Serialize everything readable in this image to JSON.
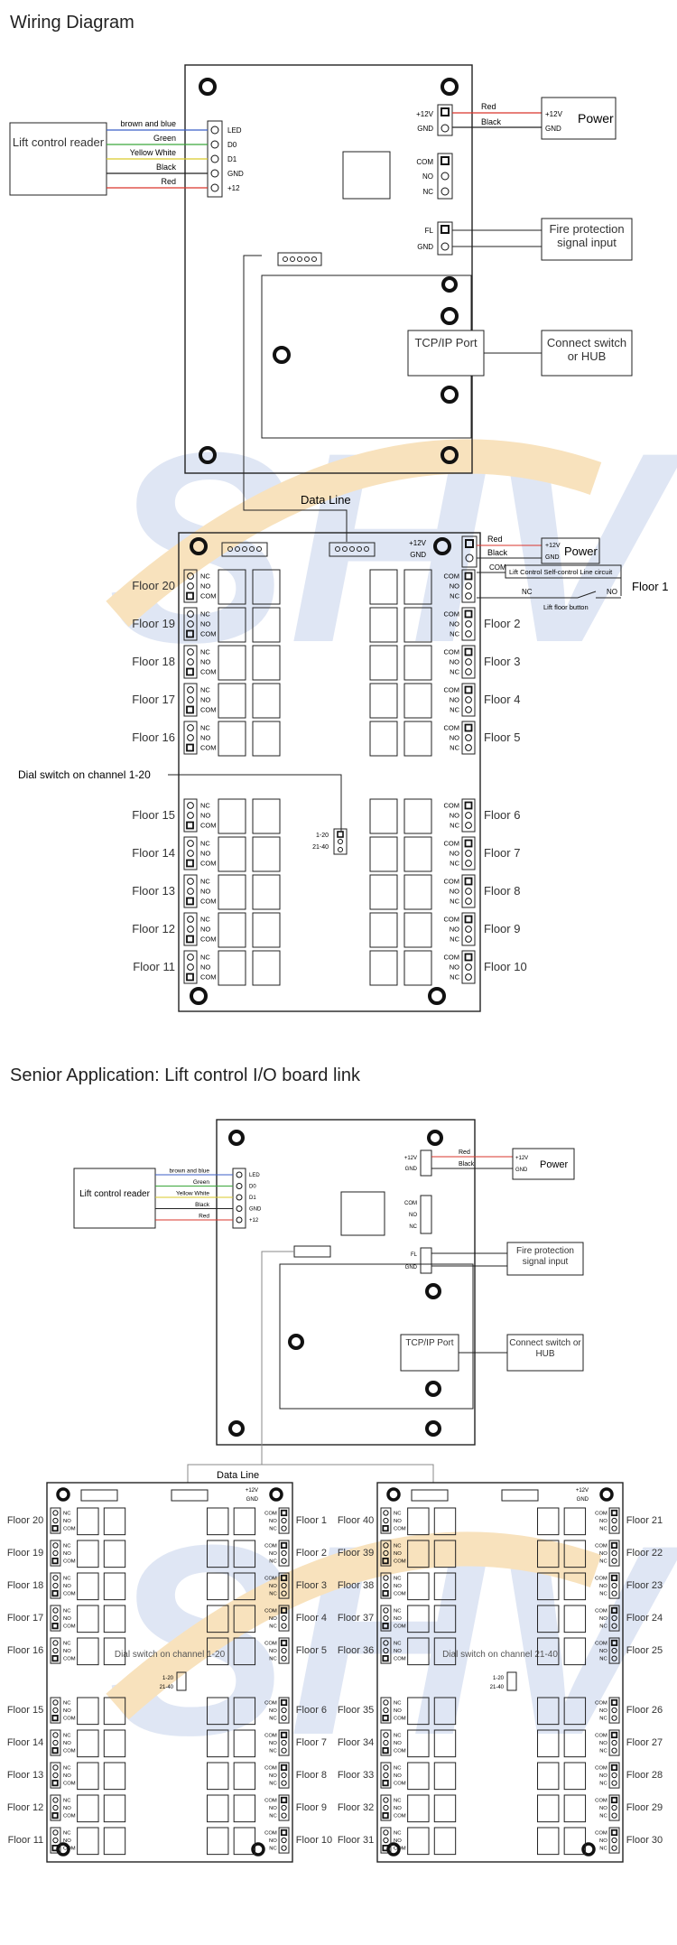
{
  "section1": {
    "heading": "Wiring Diagram",
    "reader": {
      "title": "Lift control reader"
    },
    "wires": [
      {
        "color_name": "brown and blue",
        "pin": "LED",
        "color": "#3b5fc7"
      },
      {
        "color_name": "Green",
        "pin": "D0",
        "color": "#3aa63a"
      },
      {
        "color_name": "Yellow White",
        "pin": "D1",
        "color": "#d9c92a"
      },
      {
        "color_name": "Black",
        "pin": "GND",
        "color": "#222222"
      },
      {
        "color_name": "Red",
        "pin": "+12",
        "color": "#d9342b"
      }
    ],
    "power": {
      "title": "Power",
      "pin_pos": "+12V",
      "pin_gnd": "GND",
      "wire_pos": "Red",
      "wire_gnd": "Black"
    },
    "relay_pins": {
      "com": "COM",
      "no": "NO",
      "nc": "NC"
    },
    "fire": {
      "title": "Fire protection signal input",
      "pin_fl": "FL",
      "pin_gnd": "GND"
    },
    "tcpip": {
      "title": "TCP/IP Port"
    },
    "switch": {
      "title": "Connect switch or HUB"
    },
    "data_line": "Data Line",
    "io_board": {
      "pin_pos": "+12V",
      "pin_gnd": "GND",
      "power_wire_pos": "Red",
      "power_wire_gnd": "Black",
      "power_title": "Power",
      "power_pin_pos": "+12V",
      "power_pin_gnd": "GND",
      "self_control": "Lift Control Self-control Line circuit",
      "com": "COM",
      "nc": "NC",
      "no": "NO",
      "lift_button": "Lift floor button",
      "floor1_label": "Floor 1",
      "dial_label": "Dial switch on channel 1-20",
      "dial_1": "1-20",
      "dial_2": "21-40",
      "left_floors": [
        "Floor 20",
        "Floor 19",
        "Floor 18",
        "Floor 17",
        "Floor 16",
        "Floor 15",
        "Floor 14",
        "Floor 13",
        "Floor 12",
        "Floor 11"
      ],
      "right_floors": [
        "",
        "Floor 2",
        "Floor 3",
        "Floor 4",
        "Floor 5",
        "Floor 6",
        "Floor 7",
        "Floor 8",
        "Floor 9",
        "Floor 10"
      ]
    }
  },
  "section2": {
    "heading": "Senior Application: Lift control I/O board link",
    "data_line": "Data Line",
    "board_a": {
      "dial_label": "Dial switch on channel 1-20",
      "left_floors": [
        "Floor 20",
        "Floor 19",
        "Floor 18",
        "Floor 17",
        "Floor 16",
        "Floor 15",
        "Floor 14",
        "Floor 13",
        "Floor 12",
        "Floor 11"
      ],
      "right_floors": [
        "Floor 1",
        "Floor 2",
        "Floor 3",
        "Floor 4",
        "Floor 5",
        "Floor 6",
        "Floor 7",
        "Floor 8",
        "Floor 9",
        "Floor 10"
      ]
    },
    "board_b": {
      "dial_label": "Dial switch on channel 21-40",
      "left_floors": [
        "Floor 40",
        "Floor 39",
        "Floor 38",
        "Floor 37",
        "Floor 36",
        "Floor 35",
        "Floor 34",
        "Floor 33",
        "Floor 32",
        "Floor 31"
      ],
      "right_floors": [
        "Floor 21",
        "Floor 22",
        "Floor 23",
        "Floor 24",
        "Floor 25",
        "Floor 26",
        "Floor 27",
        "Floor 28",
        "Floor 29",
        "Floor 30"
      ]
    }
  },
  "colors": {
    "accent_red": "#d9342b",
    "line": "#222222",
    "watermark_blue": "#c9d3ea",
    "watermark_orange": "#f7d9a8"
  }
}
